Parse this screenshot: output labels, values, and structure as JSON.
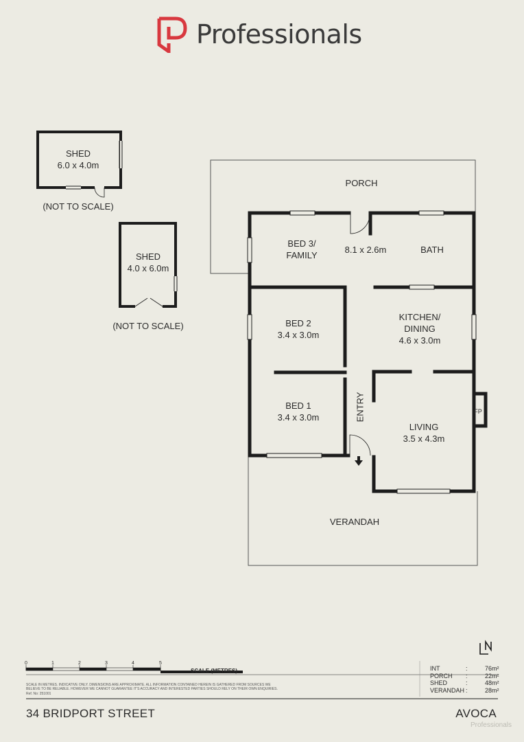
{
  "brand": {
    "name": "Professionals",
    "logo_color": "#d8383f",
    "text_color": "#3a3a3a"
  },
  "sheds": [
    {
      "name": "SHED",
      "dims": "6.0 x 4.0m",
      "note": "(NOT TO SCALE)"
    },
    {
      "name": "SHED",
      "dims": "4.0 x 6.0m",
      "note": "(NOT TO SCALE)"
    }
  ],
  "rooms": {
    "porch": "PORCH",
    "bed3_line1": "BED 3/",
    "bed3_line2": "FAMILY",
    "bed3_dims": "8.1 x 2.6m",
    "bath": "BATH",
    "bed2": "BED 2",
    "bed2_dims": "3.4 x 3.0m",
    "kitchen_line1": "KITCHEN/",
    "kitchen_line2": "DINING",
    "kitchen_dims": "4.6 x 3.0m",
    "bed1": "BED 1",
    "bed1_dims": "3.4 x 3.0m",
    "entry": "ENTRY",
    "living": "LIVING",
    "living_dims": "3.5 x 4.3m",
    "fp": "FP",
    "verandah": "VERANDAH"
  },
  "scale": {
    "ticks": [
      "0",
      "1",
      "2",
      "3",
      "4",
      "5"
    ],
    "label": "SCALE (METRES)",
    "disclaimer": "SCALE IN METRES. INDICATIVE ONLY. DIMENSIONS ARE APPROXIMATE. ALL INFORMATION CONTAINED HEREIN IS GATHERED FROM SOURCES WE BELIEVE TO BE RELIABLE. HOWEVER WE CANNOT GUARANTEE IT'S ACCURACY AND INTERESTED PARTIES SHOULD RELY ON THEIR OWN ENQUIRIES.",
    "ref": "Ref. No: 251001"
  },
  "areas": [
    {
      "label": "INT",
      "sep": ":",
      "value": "76m²"
    },
    {
      "label": "PORCH",
      "sep": ":",
      "value": "22m²"
    },
    {
      "label": "SHED",
      "sep": ":",
      "value": "48m²"
    },
    {
      "label": "VERANDAH",
      "sep": ":",
      "value": "28m²"
    }
  ],
  "footer": {
    "address": "34 BRIDPORT STREET",
    "suburb": "AVOCA",
    "watermark": "Professionals"
  },
  "north_icon": "north-arrow-icon"
}
